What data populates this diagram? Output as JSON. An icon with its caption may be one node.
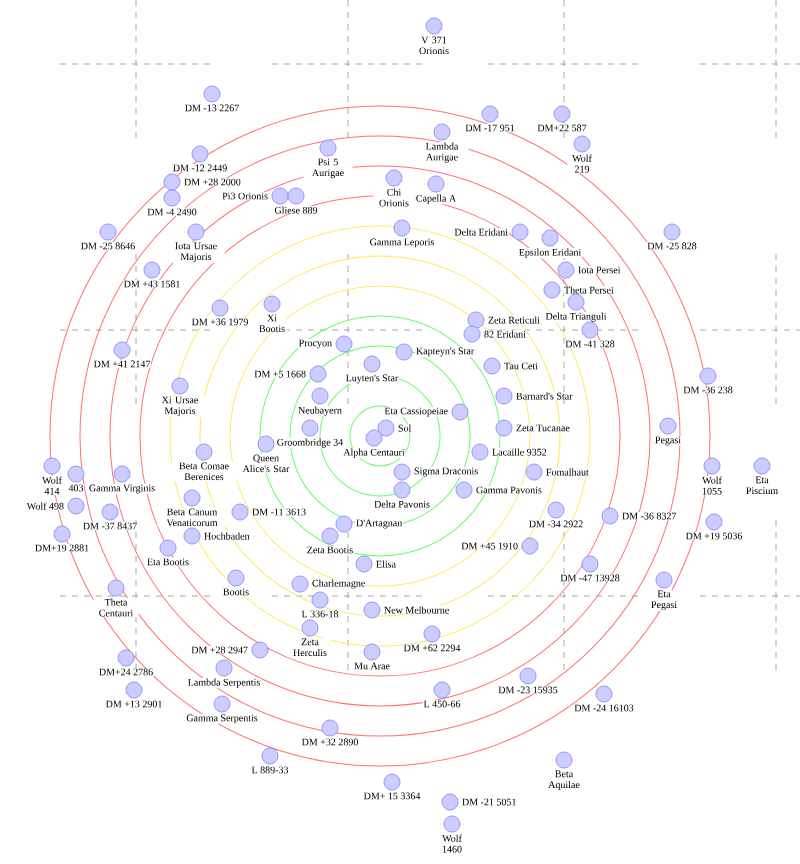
{
  "diagram": {
    "nodes": [
      {
        "text": [
          "V 371 Orionis"
        ]
      },
      {
        "text": [
          "DM -13 2267"
        ]
      },
      {
        "text": [
          "DM -17 951"
        ]
      },
      {
        "text": [
          "DM+22 587"
        ]
      },
      {
        "text": [
          "Lambda Aurigae"
        ]
      },
      {
        "text": [
          "Wolf 219"
        ]
      },
      {
        "text": [
          "Psi 5 Aurigae"
        ]
      },
      {
        "text": [
          "DM -12 2449"
        ]
      },
      {
        "text": [
          "Chi Orionis"
        ]
      },
      {
        "text": [
          "DM +28 2000"
        ]
      },
      {
        "text": [
          "Capella A"
        ]
      },
      {
        "text": [
          "Pi3 Orionis"
        ]
      },
      {
        "text": [
          "Gliese 889"
        ]
      },
      {
        "text": [
          "DM -4 2490"
        ]
      },
      {
        "text": [
          "Iota Ursae Majoris"
        ]
      },
      {
        "text": [
          "DM -25 8646"
        ]
      },
      {
        "text": [
          "Gamma Leporis"
        ]
      },
      {
        "text": [
          "Delta Eridani"
        ]
      },
      {
        "text": [
          "Epsilon Eridani"
        ]
      },
      {
        "text": [
          "DM -25 828"
        ]
      },
      {
        "text": [
          "DM +43 1581"
        ]
      },
      {
        "text": [
          "Iota Persei"
        ]
      },
      {
        "text": [
          "Theta Persei"
        ]
      },
      {
        "text": [
          "Delta Trianguli"
        ]
      },
      {
        "text": [
          "DM +36 1979"
        ]
      },
      {
        "text": [
          "Xi Bootis"
        ]
      },
      {
        "text": [
          "Zeta Reticuli"
        ]
      },
      {
        "text": [
          "DM -41 328"
        ]
      },
      {
        "text": [
          "82 Eridani"
        ]
      },
      {
        "text": [
          "Procyon"
        ]
      },
      {
        "text": [
          "DM +41 2147"
        ]
      },
      {
        "text": [
          "Kapteyn's Star"
        ]
      },
      {
        "text": [
          "Luyten's Star"
        ]
      },
      {
        "text": [
          "Tau Ceti"
        ]
      },
      {
        "text": [
          "DM -36 238"
        ]
      },
      {
        "text": [
          "DM +5 1668"
        ]
      },
      {
        "text": [
          "Xi Ursae Majoris"
        ]
      },
      {
        "text": [
          "Neubayern"
        ]
      },
      {
        "text": [
          "Barnard's Star"
        ]
      },
      {
        "text": [
          "Eta Cassiopeiae"
        ]
      },
      {
        "text": [
          "Pegasi"
        ]
      },
      {
        "text": [
          "Groombridge 34"
        ]
      },
      {
        "text": [
          "Sol"
        ]
      },
      {
        "text": [
          "Zeta Tucanae"
        ]
      },
      {
        "text": [
          "Alpha Centauri"
        ]
      },
      {
        "text": [
          "Queen Alice's Star"
        ]
      },
      {
        "text": [
          "Lacaille 9352"
        ]
      },
      {
        "text": [
          "Beta Comae Berenices"
        ]
      },
      {
        "text": [
          "Wolf 1055"
        ]
      },
      {
        "text": [
          "Eta Piscium"
        ]
      },
      {
        "text": [
          "Wolf 414"
        ]
      },
      {
        "text": [
          "Fomalhaut"
        ]
      },
      {
        "text": [
          "Sigma Draconis"
        ]
      },
      {
        "text": [
          "Gamma Virginis"
        ]
      },
      {
        "text": [
          "403"
        ]
      },
      {
        "text": [
          "Gamma Pavonis"
        ]
      },
      {
        "text": [
          "Delta Pavonis"
        ]
      },
      {
        "text": [
          "Beta Canum Venaticorum"
        ]
      },
      {
        "text": [
          "Wolf 498"
        ]
      },
      {
        "text": [
          "DM -37 8437"
        ]
      },
      {
        "text": [
          "DM -11 3613"
        ]
      },
      {
        "text": [
          "DM -34 2922"
        ]
      },
      {
        "text": [
          "DM -36 8327"
        ]
      },
      {
        "text": [
          "DM +19 5036"
        ]
      },
      {
        "text": [
          "D'Artagnan"
        ]
      },
      {
        "text": [
          "DM+19 2881"
        ]
      },
      {
        "text": [
          "Hochbaden"
        ]
      },
      {
        "text": [
          "Zeta Bootis"
        ]
      },
      {
        "text": [
          "DM +45 1910"
        ]
      },
      {
        "text": [
          "Eta Bootis"
        ]
      },
      {
        "text": [
          "Elisa"
        ]
      },
      {
        "text": [
          "DM -47 13928"
        ]
      },
      {
        "text": [
          "Bootis"
        ]
      },
      {
        "text": [
          "Eta Pegasi"
        ]
      },
      {
        "text": [
          "Charlemagne"
        ]
      },
      {
        "text": [
          "Theta Centauri"
        ]
      },
      {
        "text": [
          "L 336-18"
        ]
      },
      {
        "text": [
          "New Melbourne"
        ]
      },
      {
        "text": [
          "Zeta Herculis"
        ]
      },
      {
        "text": [
          "DM +62 2294"
        ]
      },
      {
        "text": [
          "DM +28 2947"
        ]
      },
      {
        "text": [
          "Mu Arae"
        ]
      },
      {
        "text": [
          "DM+24 2786"
        ]
      },
      {
        "text": [
          "Lambda Serpentis"
        ]
      },
      {
        "text": [
          "DM -23 15935"
        ]
      },
      {
        "text": [
          "DM +13 2901"
        ]
      },
      {
        "text": [
          "L 450-66"
        ]
      },
      {
        "text": [
          "DM -24 16103"
        ]
      },
      {
        "text": [
          "Gamma Serpentis"
        ]
      },
      {
        "text": [
          "DM +32 2890"
        ]
      },
      {
        "text": [
          "L 889-33"
        ]
      },
      {
        "text": [
          "Beta Aquilae"
        ]
      },
      {
        "text": [
          "DM+ 15 3364"
        ]
      },
      {
        "text": [
          "DM -21 5051"
        ]
      },
      {
        "text": [
          "Wolf 1460"
        ]
      }
    ]
  }
}
